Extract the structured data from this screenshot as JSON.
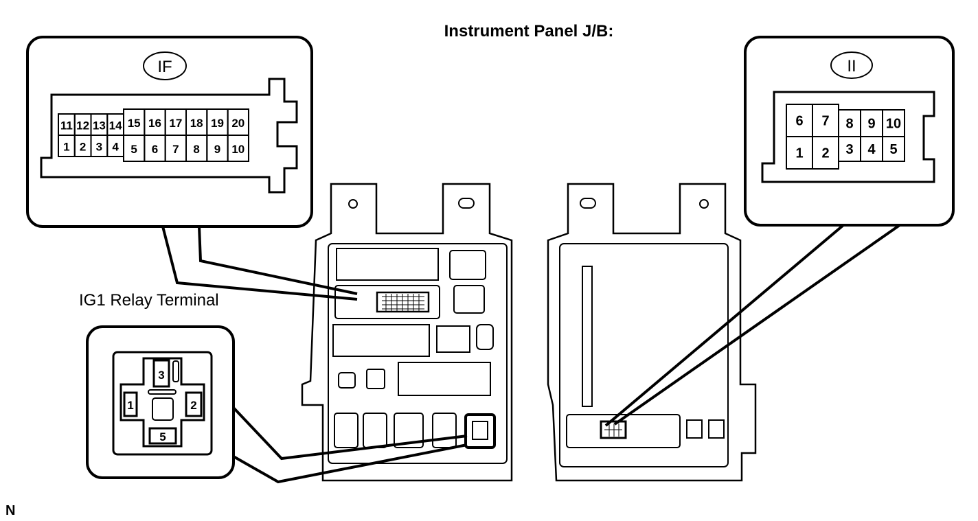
{
  "title": "Instrument Panel J/B:",
  "ig1_label": "IG1 Relay Terminal",
  "corner_mark": "N",
  "if_connector": {
    "code": "IF",
    "top_row": [
      "11",
      "12",
      "13",
      "14",
      "15",
      "16",
      "17",
      "18",
      "19",
      "20"
    ],
    "bottom_row": [
      "1",
      "2",
      "3",
      "4",
      "5",
      "6",
      "7",
      "8",
      "9",
      "10"
    ]
  },
  "ii_connector": {
    "code": "II",
    "top_row": [
      "6",
      "7",
      "8",
      "9",
      "10"
    ],
    "bottom_row": [
      "1",
      "2",
      "3",
      "4",
      "5"
    ]
  },
  "relay_terminal": {
    "pins": [
      "3",
      "1",
      "2",
      "5"
    ]
  }
}
